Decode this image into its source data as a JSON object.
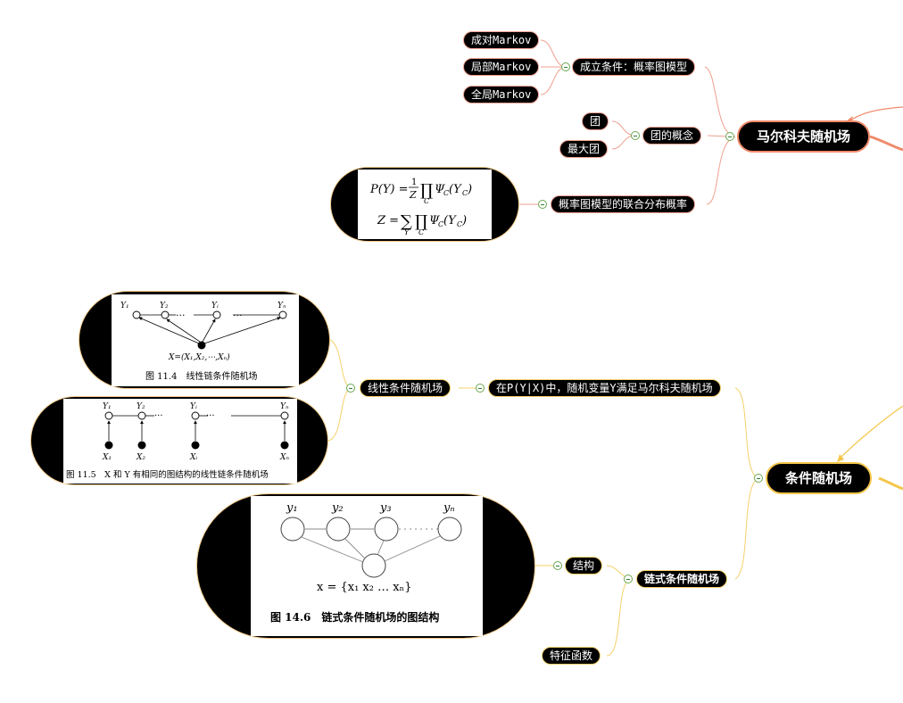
{
  "mrf": {
    "title": "马尔科夫随机场",
    "cond": "成立条件：概率图模型",
    "cond_items": [
      "成对Markov",
      "局部Markov",
      "全局Markov"
    ],
    "clique": "团的概念",
    "clique_items": [
      "团",
      "最大团"
    ],
    "joint": "概率图模型的联合分布概率",
    "formula1": "P(Y) = 1/Z ∏_C Ψ_C(Y_C)",
    "formula2": "Z = ∑_Y ∏_C Ψ_C(Y_C)"
  },
  "crf": {
    "title": "条件随机场",
    "definition": "在P(Y|X)中，随机变量Y满足马尔科夫随机场",
    "linear": "线性条件随机场",
    "fig114_caption": "图 11.4　线性链条件随机场",
    "fig114_x": "X=(X₁,X₂,⋯,Xₙ)",
    "fig114_labels": [
      "Y₁",
      "Y₂",
      "Yᵢ",
      "Yₙ"
    ],
    "fig115_caption": "图 11.5　X 和 Y 有相同的图结构的线性链条件随机场",
    "fig115_top": [
      "Y₁",
      "Y₂",
      "Yᵢ",
      "Yₙ"
    ],
    "fig115_bottom": [
      "X₁",
      "X₂",
      "Xᵢ",
      "Xₙ"
    ],
    "chain": "链式条件随机场",
    "structure": "结构",
    "feature": "特征函数",
    "fig146_caption": "图 14.6　链式条件随机场的图结构",
    "fig146_labels": [
      "y₁",
      "y₂",
      "y₃",
      "yₙ"
    ],
    "fig146_x": "x = {x₁ x₂ … xₙ}"
  },
  "colors": {
    "red_branch": "#f08a6a",
    "yellow_branch": "#f4c64a",
    "node_bg": "#000000"
  }
}
